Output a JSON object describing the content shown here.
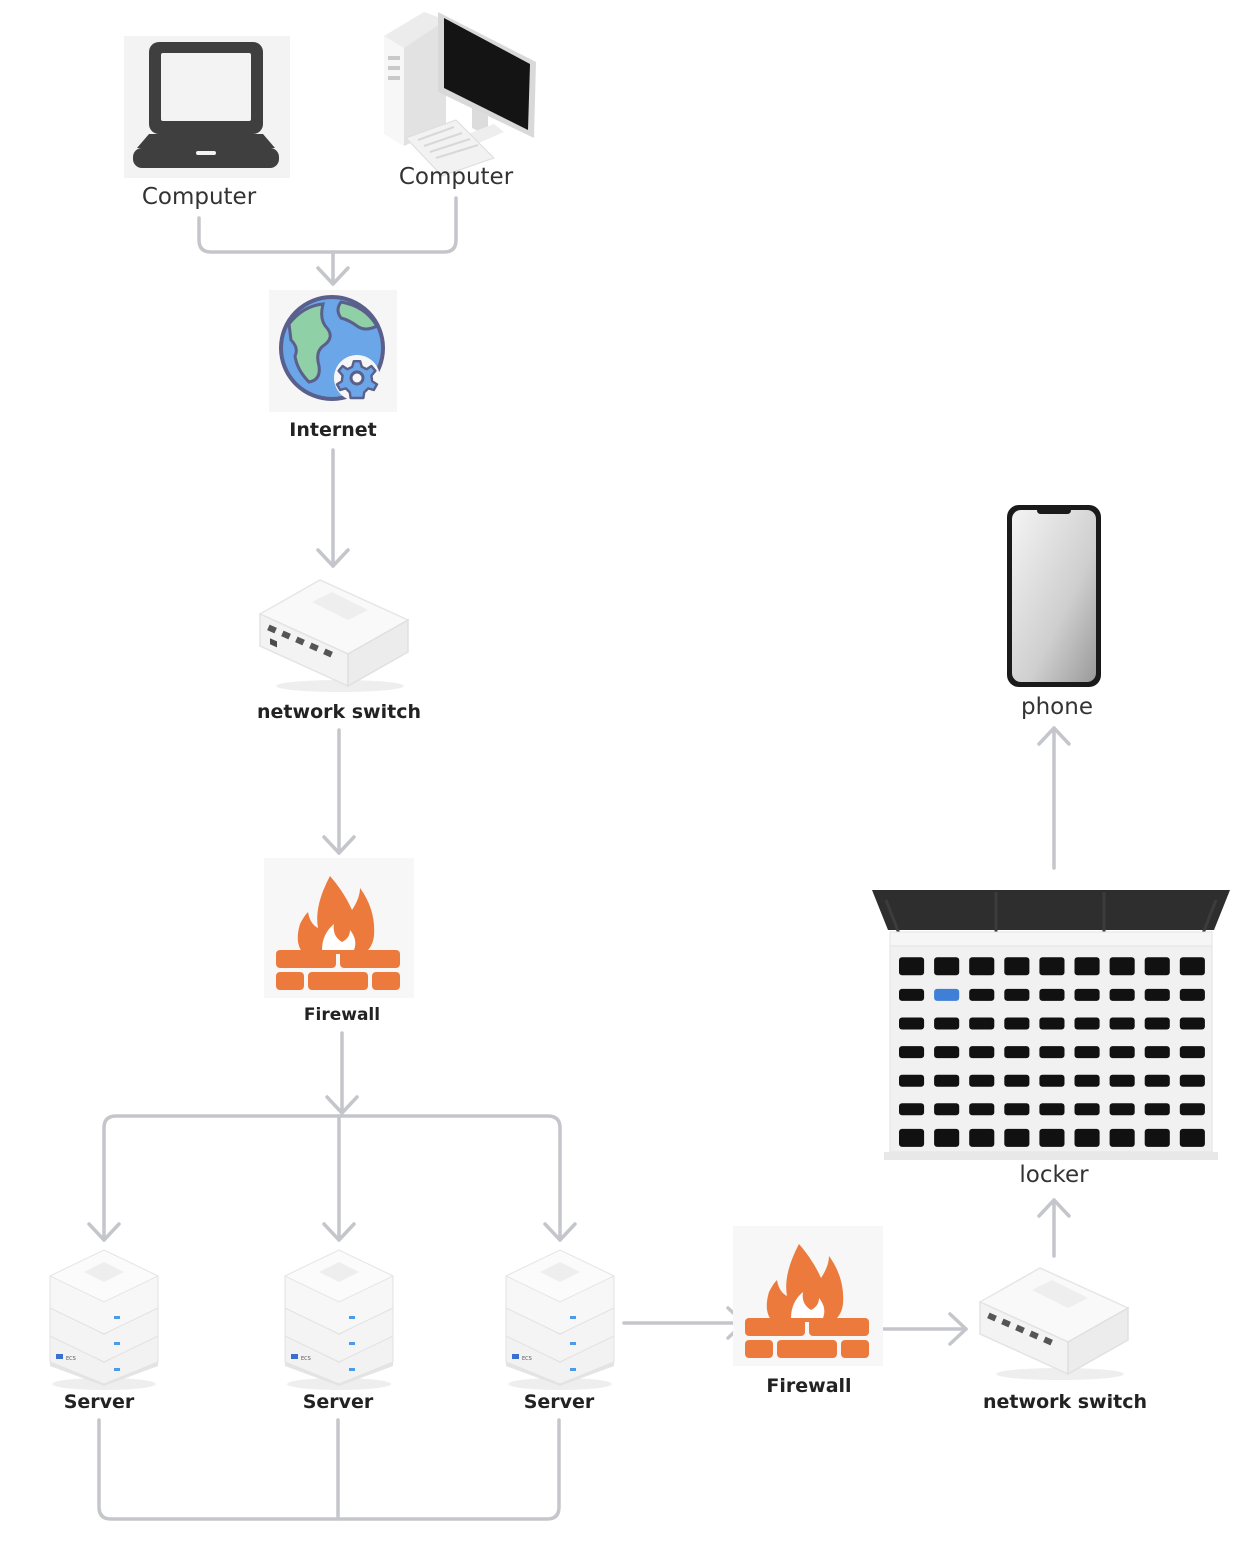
{
  "diagram": {
    "nodes": {
      "laptop": {
        "label": "Computer",
        "icon": "laptop-icon"
      },
      "desktop": {
        "label": "Computer",
        "icon": "desktop-computer-icon"
      },
      "internet": {
        "label": "Internet",
        "icon": "globe-gear-icon"
      },
      "switch_top": {
        "label": "network switch",
        "icon": "network-switch-icon"
      },
      "firewall_top": {
        "label": "Firewall",
        "icon": "firewall-icon"
      },
      "server_1": {
        "label": "Server",
        "icon": "server-icon"
      },
      "server_2": {
        "label": "Server",
        "icon": "server-icon"
      },
      "server_3": {
        "label": "Server",
        "icon": "server-icon"
      },
      "firewall_bottom": {
        "label": "Firewall",
        "icon": "firewall-icon"
      },
      "switch_bottom": {
        "label": "network switch",
        "icon": "network-switch-icon"
      },
      "locker": {
        "label": "locker",
        "icon": "smart-locker-icon"
      },
      "phone": {
        "label": "phone",
        "icon": "smartphone-icon"
      }
    },
    "edges": [
      {
        "from": "laptop",
        "to": "internet"
      },
      {
        "from": "desktop",
        "to": "internet"
      },
      {
        "from": "internet",
        "to": "switch_top"
      },
      {
        "from": "switch_top",
        "to": "firewall_top"
      },
      {
        "from": "firewall_top",
        "to": "server_1"
      },
      {
        "from": "firewall_top",
        "to": "server_2"
      },
      {
        "from": "firewall_top",
        "to": "server_3"
      },
      {
        "from": "server_3",
        "to": "firewall_bottom"
      },
      {
        "from": "firewall_bottom",
        "to": "switch_bottom"
      },
      {
        "from": "switch_bottom",
        "to": "locker"
      },
      {
        "from": "locker",
        "to": "phone"
      },
      {
        "from": "server_1",
        "to": "server_3",
        "style": "bus"
      }
    ],
    "colors": {
      "connector": "#c4c6cb",
      "firewall_orange": "#ec7a3c",
      "globe_blue": "#6aa6e8",
      "globe_green": "#8fd0a6",
      "globe_outline": "#5a5f8c",
      "locker_panel": "#f1f1f1",
      "locker_door": "#111111"
    }
  }
}
